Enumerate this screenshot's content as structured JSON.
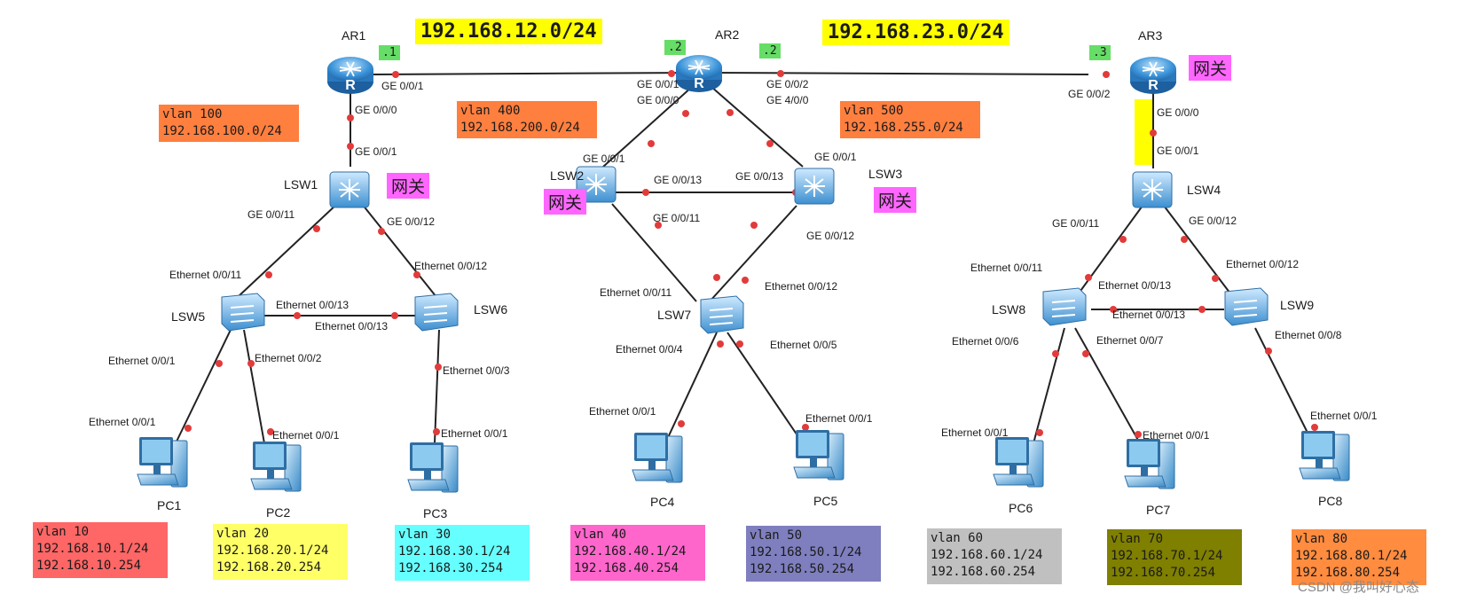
{
  "subnets": {
    "left": "192.168.12.0/24",
    "right": "192.168.23.0/24"
  },
  "host_tags": {
    "ar1": ".1",
    "ar2_left": ".2",
    "ar2_right": ".2",
    "ar3": ".3"
  },
  "devices": {
    "ar1": "AR1",
    "ar2": "AR2",
    "ar3": "AR3",
    "lsw1": "LSW1",
    "lsw2": "LSW2",
    "lsw3": "LSW3",
    "lsw4": "LSW4",
    "lsw5": "LSW5",
    "lsw6": "LSW6",
    "lsw7": "LSW7",
    "lsw8": "LSW8",
    "lsw9": "LSW9",
    "pc1": "PC1",
    "pc2": "PC2",
    "pc3": "PC3",
    "pc4": "PC4",
    "pc5": "PC5",
    "pc6": "PC6",
    "pc7": "PC7",
    "pc8": "PC8"
  },
  "gateway_label": "网关",
  "ports": {
    "ar1_ge001": "GE 0/0/1",
    "ar1_ge000": "GE 0/0/0",
    "lsw1_ge001": "GE 0/0/1",
    "lsw1_ge0011": "GE 0/0/11",
    "lsw1_ge0012": "GE 0/0/12",
    "lsw5_eth0011": "Ethernet 0/0/11",
    "lsw6_eth0012": "Ethernet 0/0/12",
    "lsw5_eth0013": "Ethernet 0/0/13",
    "lsw6_eth0013": "Ethernet 0/0/13",
    "lsw5_eth001": "Ethernet 0/0/1",
    "lsw5_eth002": "Ethernet 0/0/2",
    "lsw6_eth003": "Ethernet 0/0/3",
    "pc1_eth": "Ethernet 0/0/1",
    "pc2_eth": "Ethernet 0/0/1",
    "pc3_eth": "Ethernet 0/0/1",
    "ar2_ge001": "GE 0/0/1",
    "ar2_ge000": "GE 0/0/0",
    "ar2_ge002": "GE 0/0/2",
    "ar2_ge400": "GE 4/0/0",
    "lsw2_ge001": "GE 0/0/1",
    "lsw3_ge001": "GE 0/0/1",
    "lsw2_ge0013": "GE 0/0/13",
    "lsw3_ge0013": "GE 0/0/13",
    "lsw2_ge0011": "GE 0/0/11",
    "lsw3_ge0012": "GE 0/0/12",
    "lsw7_eth0011": "Ethernet 0/0/11",
    "lsw7_eth0012": "Ethernet 0/0/12",
    "lsw7_eth004": "Ethernet 0/0/4",
    "lsw7_eth005": "Ethernet 0/0/5",
    "pc4_eth": "Ethernet 0/0/1",
    "pc5_eth": "Ethernet 0/0/1",
    "ar3_ge002": "GE 0/0/2",
    "ar3_ge000": "GE 0/0/0",
    "lsw4_ge001": "GE 0/0/1",
    "lsw4_ge0011": "GE 0/0/11",
    "lsw4_ge0012": "GE 0/0/12",
    "lsw8_eth0011": "Ethernet 0/0/11",
    "lsw9_eth0012": "Ethernet 0/0/12",
    "lsw8_eth0013": "Ethernet 0/0/13",
    "lsw9_eth0013": "Ethernet 0/0/13",
    "lsw8_eth006": "Ethernet 0/0/6",
    "lsw8_eth007": "Ethernet 0/0/7",
    "lsw9_eth008": "Ethernet 0/0/8",
    "pc6_eth": "Ethernet 0/0/1",
    "pc7_eth": "Ethernet 0/0/1",
    "pc8_eth": "Ethernet 0/0/1"
  },
  "vlan_links": [
    {
      "vlan": "vlan 100",
      "net": "192.168.100.0/24",
      "color": "#ff7f3f"
    },
    {
      "vlan": "vlan 400",
      "net": "192.168.200.0/24",
      "color": "#ff7f3f"
    },
    {
      "vlan": "vlan 500",
      "net": "192.168.255.0/24",
      "color": "#ff7f3f"
    }
  ],
  "pc_vlans": [
    {
      "vlan": "vlan 10",
      "ip": "192.168.10.1/24",
      "gw": "192.168.10.254",
      "color": "#ff6666"
    },
    {
      "vlan": "vlan 20",
      "ip": "192.168.20.1/24",
      "gw": "192.168.20.254",
      "color": "#ffff66"
    },
    {
      "vlan": "vlan 30",
      "ip": "192.168.30.1/24",
      "gw": "192.168.30.254",
      "color": "#66ffff"
    },
    {
      "vlan": "vlan 40",
      "ip": "192.168.40.1/24",
      "gw": "192.168.40.254",
      "color": "#ff66cc"
    },
    {
      "vlan": "vlan 50",
      "ip": "192.168.50.1/24",
      "gw": "192.168.50.254",
      "color": "#7f7fbf"
    },
    {
      "vlan": "vlan 60",
      "ip": "192.168.60.1/24",
      "gw": "192.168.60.254",
      "color": "#c0c0c0"
    },
    {
      "vlan": "vlan 70",
      "ip": "192.168.70.1/24",
      "gw": "192.168.70.254",
      "color": "#7f7f00"
    },
    {
      "vlan": "vlan 80",
      "ip": "192.168.80.1/24",
      "gw": "192.168.80.254",
      "color": "#ff8c3f"
    }
  ],
  "watermark": "CSDN @我叫好心态",
  "colors": {
    "link": "#222222",
    "port_dot": "#e23b3b",
    "router": "#3a93d9",
    "switch": "#4aa3e0",
    "pc_screen": "#7fc4ef",
    "yellow_link": "#ffff00"
  },
  "icons": {
    "router": "router-icon",
    "switch": "switch-icon",
    "pc": "pc-icon"
  }
}
